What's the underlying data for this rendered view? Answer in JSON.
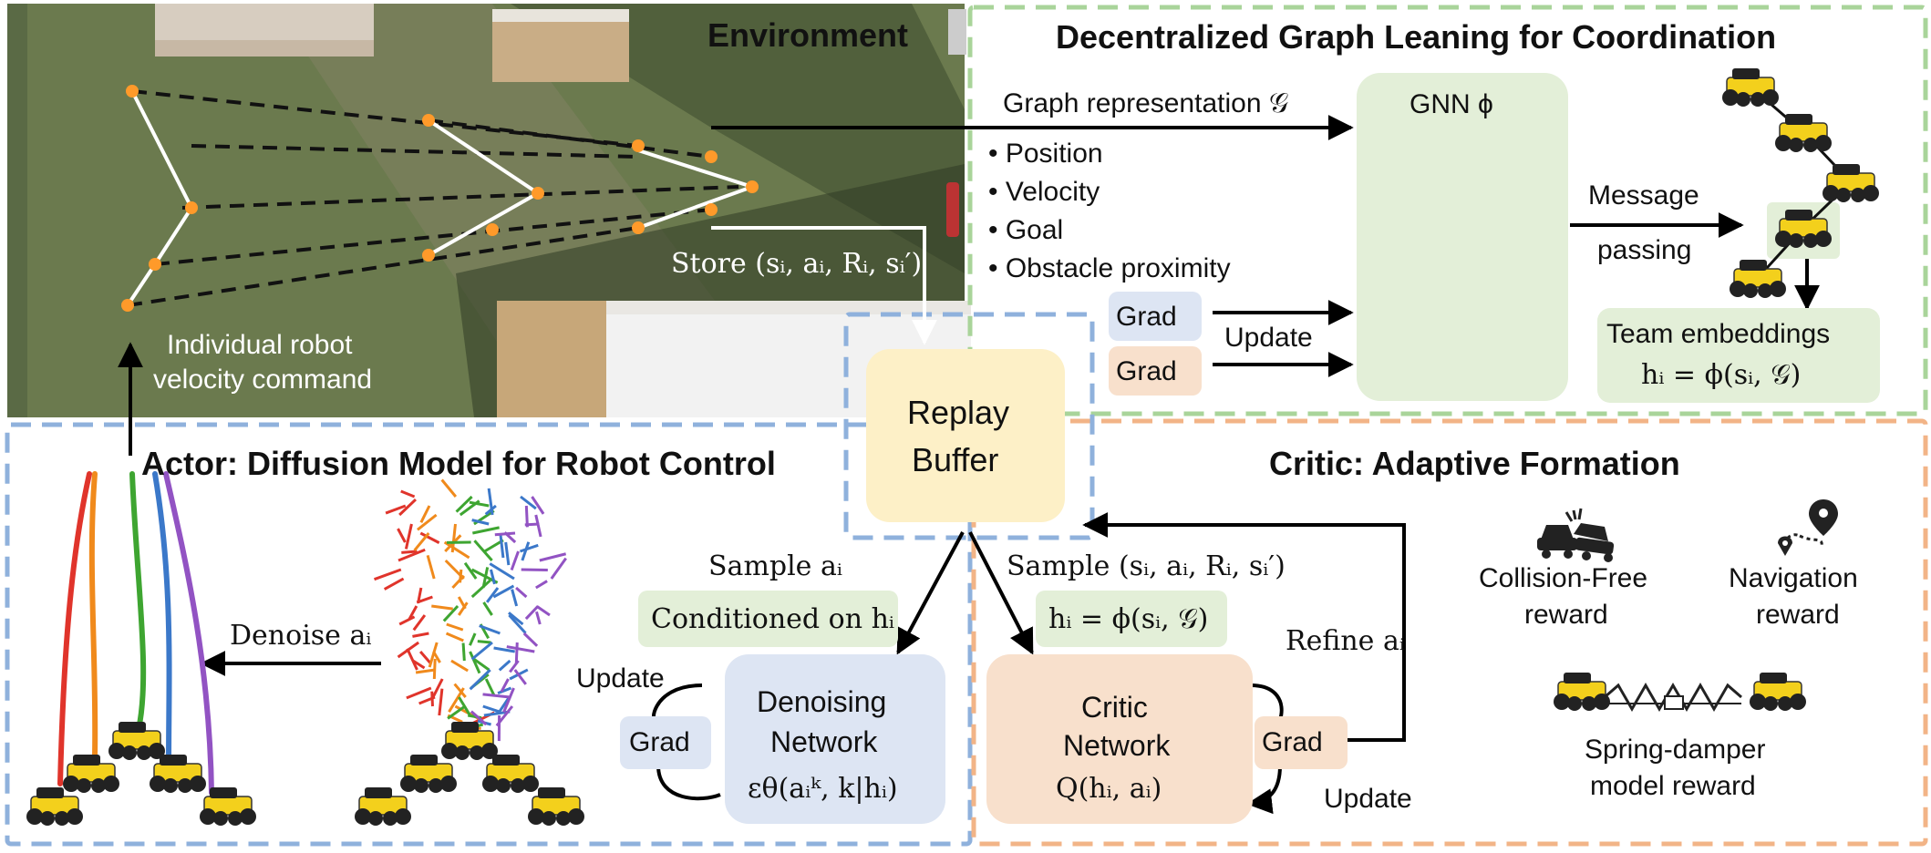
{
  "colors": {
    "env_panel_bg": "#4b5b3e",
    "graph_dash": "#a9d49a",
    "actor_dash": "#8fb1dc",
    "critic_dash": "#f2b487",
    "green_box": "#e3efd8",
    "blue_box": "#dde5f3",
    "orange_box": "#f8e0cc",
    "buffer_box": "#fdf0c7",
    "robot_yellow": "#f3d01c",
    "series": [
      "#e0342b",
      "#f08a1c",
      "#3ea531",
      "#3b78c9",
      "#9253c3"
    ]
  },
  "environment": {
    "title": "Environment",
    "robot_command_label": [
      "Individual robot",
      "velocity command"
    ],
    "store_label": "Store (sᵢ, aᵢ, Rᵢ, sᵢ′)"
  },
  "graph_section": {
    "title": "Decentralized Graph Leaning for Coordination",
    "graph_rep_label": "Graph representation 𝒢",
    "features": [
      "• Position",
      "• Velocity",
      "• Goal",
      "• Obstacle proximity"
    ],
    "gnn_label": "GNN ϕ",
    "message_label": [
      "Message",
      "passing"
    ],
    "grad_blue": "Grad",
    "grad_orange": "Grad",
    "update_label": "Update",
    "team_embed_label": "Team embeddings",
    "team_embed_formula": "hᵢ = ϕ(sᵢ, 𝒢)"
  },
  "replay_buffer": {
    "label": [
      "Replay",
      "Buffer"
    ]
  },
  "actor": {
    "title": "Actor: Diffusion Model for Robot Control",
    "denoise_label": "Denoise aᵢ",
    "sample_label": "Sample aᵢ",
    "conditioned_label": "Conditioned on hᵢ",
    "update_label": "Update",
    "grad_label": "Grad",
    "network_label": [
      "Denoising",
      "Network"
    ],
    "network_formula": "εθ(aᵢᵏ, k|hᵢ)"
  },
  "critic": {
    "title": "Critic:  Adaptive Formation",
    "sample_label": "Sample (sᵢ, aᵢ, Rᵢ, sᵢ′)",
    "embed_formula": "hᵢ = ϕ(sᵢ, 𝒢)",
    "refine_label": "Refine aᵢ",
    "network_label": [
      "Critic",
      "Network"
    ],
    "network_formula": "Q(hᵢ, aᵢ)",
    "grad_label": "Grad",
    "update_label": "Update",
    "reward_collision": [
      "Collision-Free",
      "reward"
    ],
    "reward_navigation": [
      "Navigation",
      "reward"
    ],
    "reward_spring": [
      "Spring-damper",
      "model reward"
    ]
  },
  "icons": [
    "car-collision-icon",
    "navigation-route-icon",
    "robot-car-icon",
    "spring-damper-icon"
  ]
}
